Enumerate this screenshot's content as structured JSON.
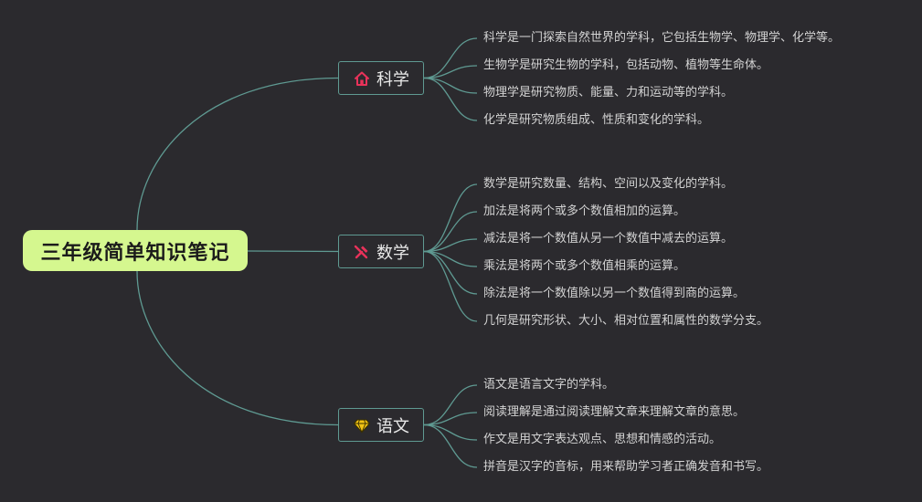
{
  "colors": {
    "background": "#2b2a2e",
    "root_fill": "#d5f78f",
    "connector": "#5f9a92",
    "icon_red": "#e8325a",
    "icon_gold": "#f2c314"
  },
  "root": {
    "label": "三年级简单知识笔记"
  },
  "branches": [
    {
      "label": "科学",
      "icon": "home-icon",
      "children": [
        "科学是一门探索自然世界的学科，它包括生物学、物理学、化学等。",
        "生物学是研究生物的学科，包括动物、植物等生命体。",
        "物理学是研究物质、能量、力和运动等的学科。",
        "化学是研究物质组成、性质和变化的学科。"
      ]
    },
    {
      "label": "数学",
      "icon": "tools-icon",
      "children": [
        "数学是研究数量、结构、空间以及变化的学科。",
        "加法是将两个或多个数值相加的运算。",
        "减法是将一个数值从另一个数值中减去的运算。",
        "乘法是将两个或多个数值相乘的运算。",
        "除法是将一个数值除以另一个数值得到商的运算。",
        "几何是研究形状、大小、相对位置和属性的数学分支。"
      ]
    },
    {
      "label": "语文",
      "icon": "diamond-icon",
      "children": [
        "语文是语言文字的学科。",
        "阅读理解是通过阅读理解文章来理解文章的意思。",
        "作文是用文字表达观点、思想和情感的活动。",
        "拼音是汉字的音标，用来帮助学习者正确发音和书写。"
      ]
    }
  ]
}
